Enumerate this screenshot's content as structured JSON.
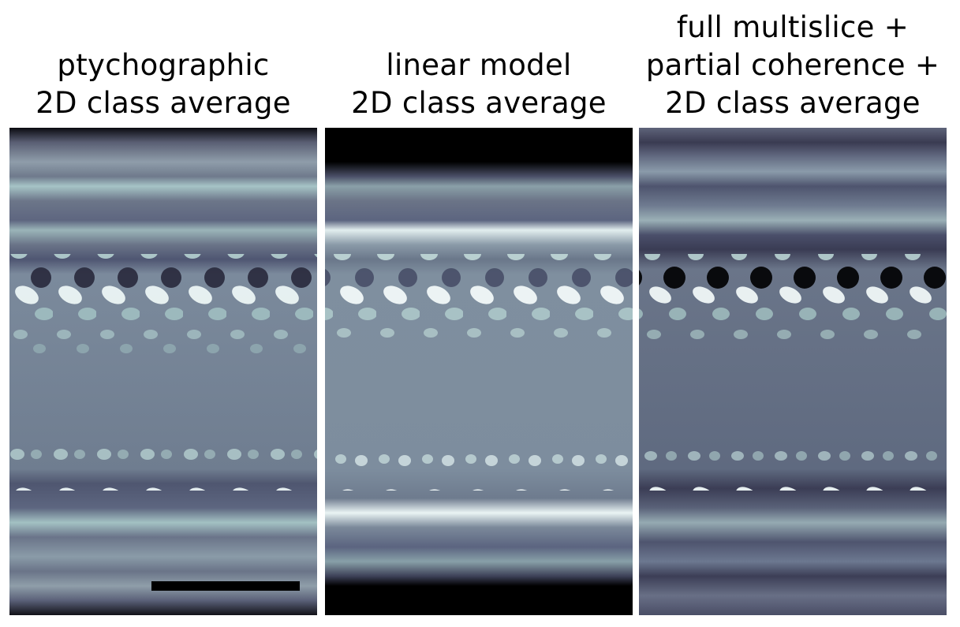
{
  "panels": [
    {
      "title_lines": [
        "ptychographic",
        "2D class average"
      ],
      "icon": "ptychographic-class-average-image",
      "has_scale_bar": true
    },
    {
      "title_lines": [
        "linear model",
        "2D class average"
      ],
      "icon": "linear-model-class-average-image",
      "has_scale_bar": false
    },
    {
      "title_lines": [
        "full multislice +",
        "partial coherence +",
        "2D class average"
      ],
      "icon": "multislice-class-average-image",
      "has_scale_bar": false
    }
  ],
  "colors": {
    "colormap": "bone",
    "background": "#ffffff",
    "scale_bar": "#000000"
  }
}
